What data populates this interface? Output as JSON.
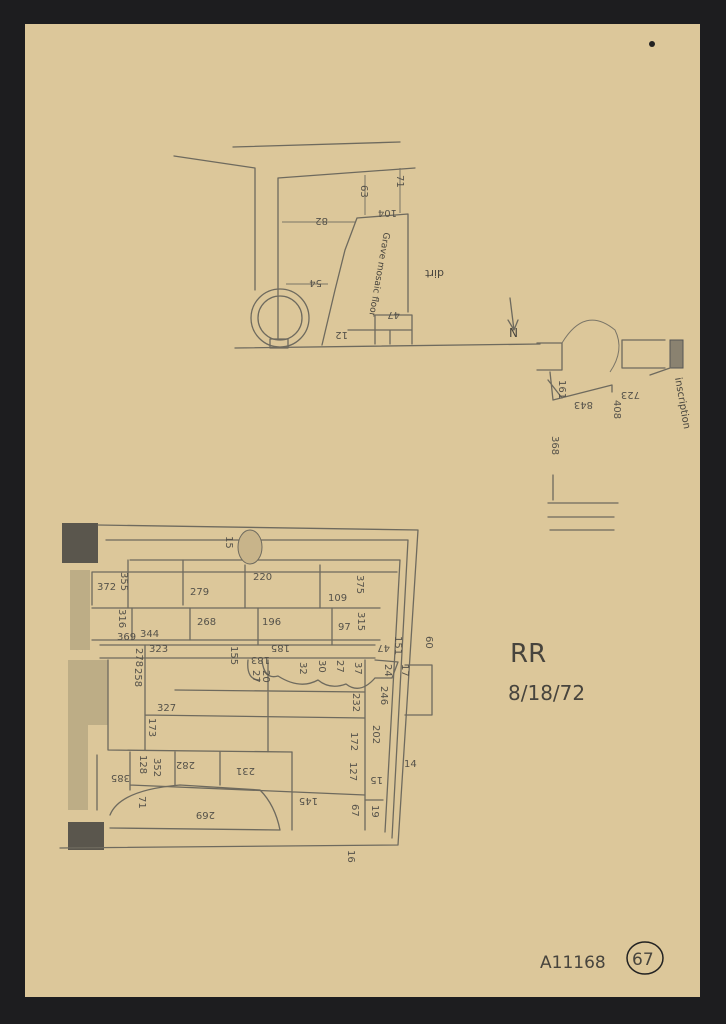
{
  "colors": {
    "paper": "#dcc79a",
    "background": "#1d1d1f",
    "pencil": "#6e6a5e"
  },
  "upper_sketch": {
    "labels": [
      "63",
      "71",
      "104",
      "82",
      "54",
      "47",
      "12"
    ],
    "note": "Grave mosaic floor",
    "dirt": "dirt"
  },
  "right_sketch": {
    "north": "N",
    "labels": [
      "161",
      "843",
      "723",
      "408",
      "368"
    ],
    "inscription": "inscription"
  },
  "initials": "RR",
  "date": "8/18/72",
  "catalog_number": "A11168",
  "page_number": "67",
  "plan_labels": [
    "15",
    "372",
    "355",
    "279",
    "220",
    "109",
    "375",
    "316",
    "369",
    "344",
    "268",
    "196",
    "185",
    "97",
    "315",
    "47",
    "151",
    "60",
    "323",
    "278",
    "258",
    "155",
    "183",
    "32",
    "30",
    "27",
    "37",
    "24",
    "17",
    "246",
    "327",
    "173",
    "232",
    "202",
    "172",
    "385",
    "128",
    "352",
    "282",
    "231",
    "71",
    "269",
    "145",
    "127",
    "15",
    "14",
    "67",
    "19",
    "16",
    "27",
    "20"
  ]
}
